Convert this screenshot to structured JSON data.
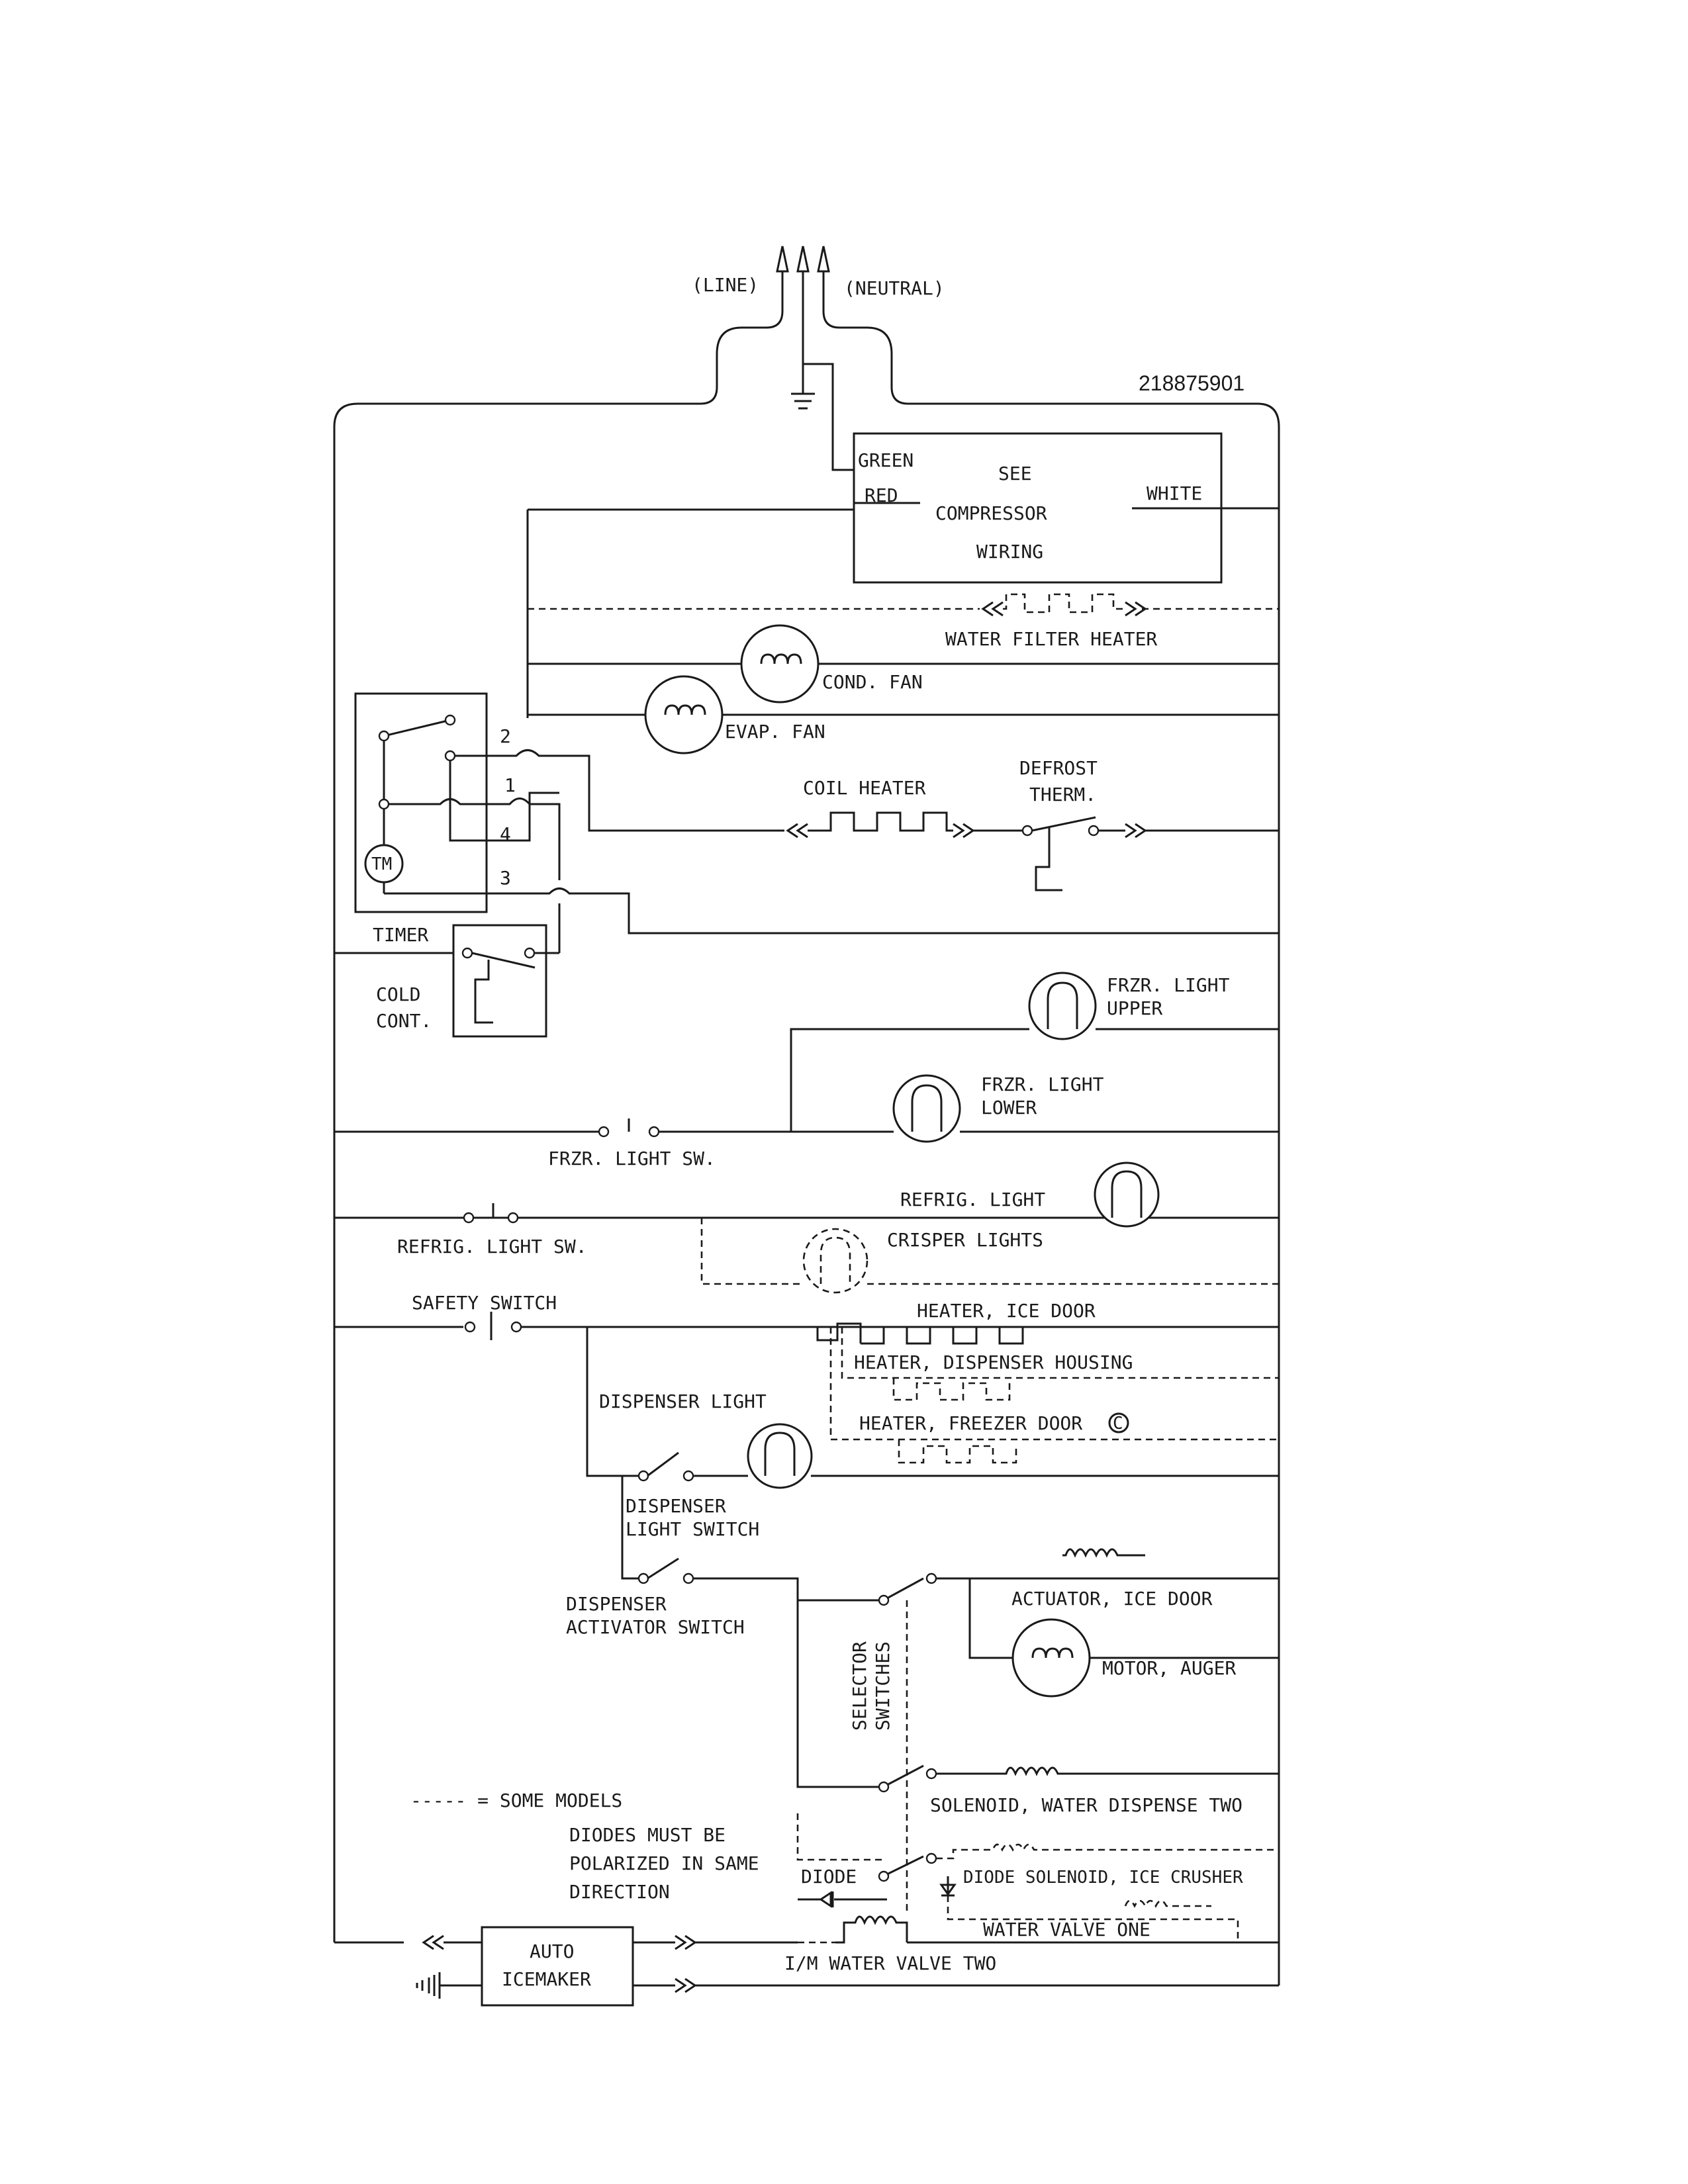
{
  "header": {
    "part_number": "218875901",
    "line_label": "(LINE)",
    "neutral_label": "(NEUTRAL)"
  },
  "compressor": {
    "green": "GREEN",
    "red": "RED",
    "white": "WHITE",
    "line1": "SEE",
    "line2": "COMPRESSOR",
    "line3": "WIRING"
  },
  "components": {
    "water_filter_heater": "WATER FILTER HEATER",
    "cond_fan": "COND. FAN",
    "evap_fan": "EVAP. FAN",
    "coil_heater": "COIL HEATER",
    "defrost_therm_1": "DEFROST",
    "defrost_therm_2": "THERM.",
    "timer": "TIMER",
    "timer_motor": "TM",
    "cold_cont_1": "COLD",
    "cold_cont_2": "CONT.",
    "frzr_light_upper_1": "FRZR. LIGHT",
    "frzr_light_upper_2": "UPPER",
    "frzr_light_lower_1": "FRZR. LIGHT",
    "frzr_light_lower_2": "LOWER",
    "frzr_light_sw": "FRZR. LIGHT SW.",
    "refrig_light": "REFRIG. LIGHT",
    "refrig_light_sw": "REFRIG. LIGHT SW.",
    "crisper_lights": "CRISPER LIGHTS",
    "safety_switch": "SAFETY SWITCH",
    "heater_ice_door": "HEATER, ICE DOOR",
    "heater_dispenser_housing": "HEATER, DISPENSER HOUSING",
    "heater_freezer_door": "HEATER, FREEZER DOOR",
    "heater_freezer_door_mark": "C",
    "dispenser_light": "DISPENSER LIGHT",
    "dispenser_light_switch_1": "DISPENSER",
    "dispenser_light_switch_2": "LIGHT SWITCH",
    "dispenser_activator_1": "DISPENSER",
    "dispenser_activator_2": "ACTIVATOR SWITCH",
    "selector_switches_1": "SELECTOR",
    "selector_switches_2": "SWITCHES",
    "actuator_ice_door": "ACTUATOR, ICE DOOR",
    "motor_auger": "MOTOR, AUGER",
    "solenoid_water_two": "SOLENOID, WATER DISPENSE TWO",
    "diode_left": "DIODE",
    "diode_solenoid_ice_crusher": "DIODE SOLENOID, ICE CRUSHER",
    "water_valve_one": "WATER VALVE ONE",
    "im_water_valve_two": "I/M WATER VALVE TWO",
    "auto_icemaker_1": "AUTO",
    "auto_icemaker_2": "ICEMAKER"
  },
  "timer_terminals": [
    "2",
    "1",
    "4",
    "3"
  ],
  "notes": {
    "legend": "----- = SOME MODELS",
    "diode_note_1": "DIODES MUST BE",
    "diode_note_2": "POLARIZED IN SAME",
    "diode_note_3": "DIRECTION"
  }
}
